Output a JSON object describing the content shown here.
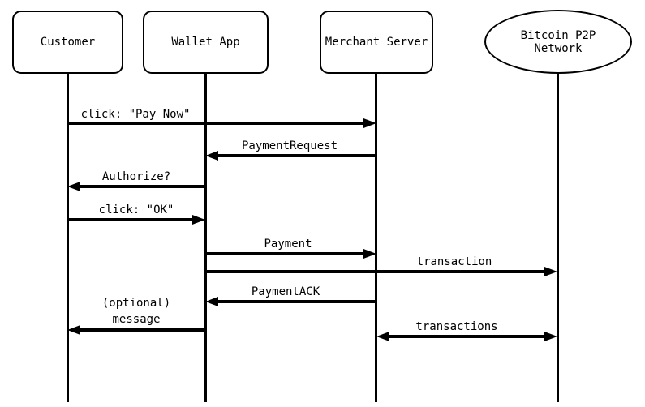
{
  "diagram": {
    "type": "sequence",
    "background": "#ffffff",
    "line_color": "#000000",
    "participants": [
      {
        "id": "customer",
        "label": "Customer",
        "shape": "rounded-rect"
      },
      {
        "id": "wallet-app",
        "label": "Wallet App",
        "shape": "rounded-rect"
      },
      {
        "id": "merchant-server",
        "label": "Merchant Server",
        "shape": "rounded-rect"
      },
      {
        "id": "bitcoin-p2p-network",
        "label": "Bitcoin P2P\nNetwork",
        "shape": "ellipse"
      }
    ],
    "messages": [
      {
        "from": "Customer",
        "to": "Merchant Server",
        "label": "click: \"Pay Now\"",
        "direction": "right"
      },
      {
        "from": "Merchant Server",
        "to": "Wallet App",
        "label": "PaymentRequest",
        "direction": "left"
      },
      {
        "from": "Wallet App",
        "to": "Customer",
        "label": "Authorize?",
        "direction": "left"
      },
      {
        "from": "Customer",
        "to": "Wallet App",
        "label": "click: \"OK\"",
        "direction": "right"
      },
      {
        "from": "Wallet App",
        "to": "Merchant Server",
        "label": "Payment",
        "direction": "right"
      },
      {
        "from": "Wallet App",
        "to": "Bitcoin P2P Network",
        "label": "transaction",
        "direction": "right"
      },
      {
        "from": "Merchant Server",
        "to": "Wallet App",
        "label": "PaymentACK",
        "direction": "left"
      },
      {
        "from": "Wallet App",
        "to": "Customer",
        "label": "(optional)\nmessage",
        "direction": "left"
      },
      {
        "from": "Merchant Server",
        "to": "Bitcoin P2P Network",
        "label": "transactions",
        "direction": "both"
      }
    ]
  }
}
